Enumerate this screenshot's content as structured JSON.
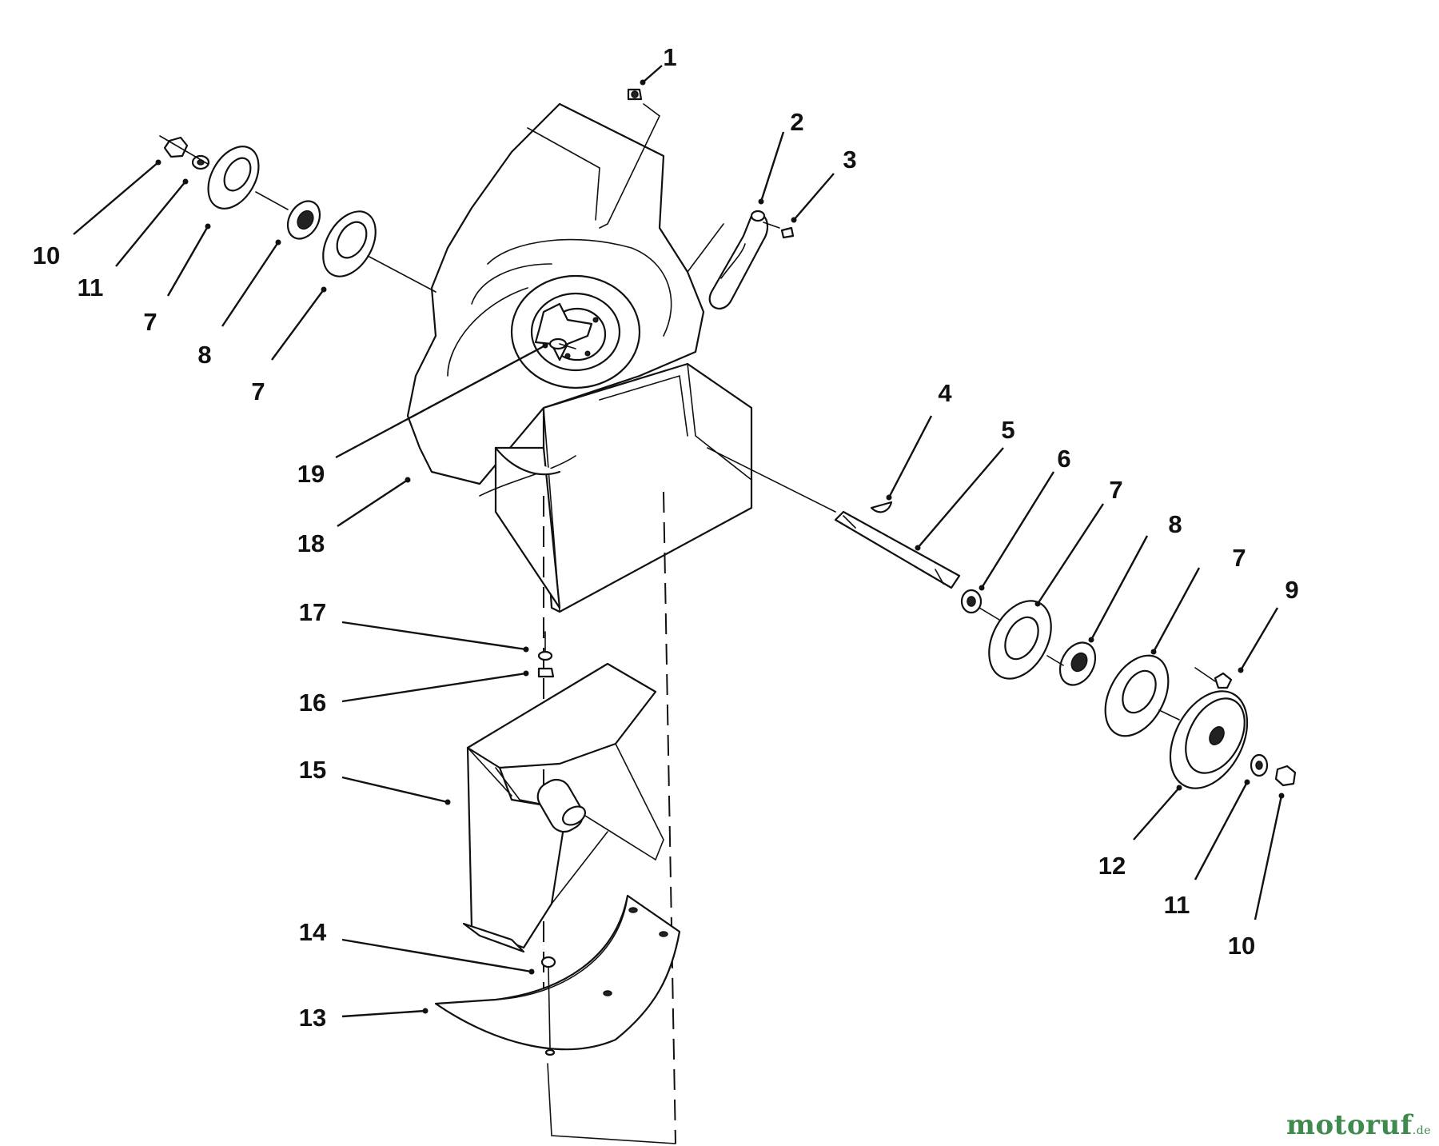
{
  "watermark": {
    "text": "motoruf",
    "suffix": ".de"
  },
  "callouts": [
    "1",
    "2",
    "3",
    "4",
    "5",
    "6",
    "7",
    "8",
    "7",
    "9",
    "10",
    "11",
    "12",
    "13",
    "14",
    "15",
    "16",
    "17",
    "18",
    "19",
    "10",
    "11",
    "7",
    "8",
    "7"
  ]
}
